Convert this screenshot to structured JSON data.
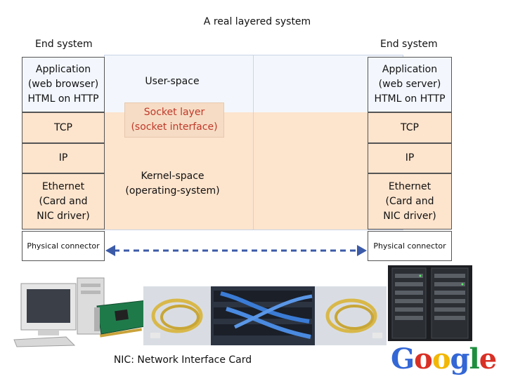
{
  "title": "A real layered system",
  "left_system": {
    "label": "End system",
    "application": [
      "Application",
      "(web browser)",
      "HTML on HTTP"
    ],
    "tcp": "TCP",
    "ip": "IP",
    "ethernet": [
      "Ethernet",
      "(Card and",
      "NIC driver)"
    ],
    "physical": "Physical connector"
  },
  "right_system": {
    "label": "End system",
    "application": [
      "Application",
      "(web server)",
      "HTML on HTTP"
    ],
    "tcp": "TCP",
    "ip": "IP",
    "ethernet": [
      "Ethernet",
      "(Card and",
      "NIC driver)"
    ],
    "physical": "Physical connector"
  },
  "user_space": "User-space",
  "socket_layer": [
    "Socket layer",
    "(socket interface)"
  ],
  "kernel_space": [
    "Kernel-space",
    "(operating-system)"
  ],
  "caption": "NIC: Network Interface Card",
  "logo": "Google",
  "colors": {
    "user_space_bg": "#f3f7fd",
    "kernel_space_bg": "#fde4cd",
    "socket_text": "#c0392b",
    "link_arrow": "#3b5aa8"
  }
}
